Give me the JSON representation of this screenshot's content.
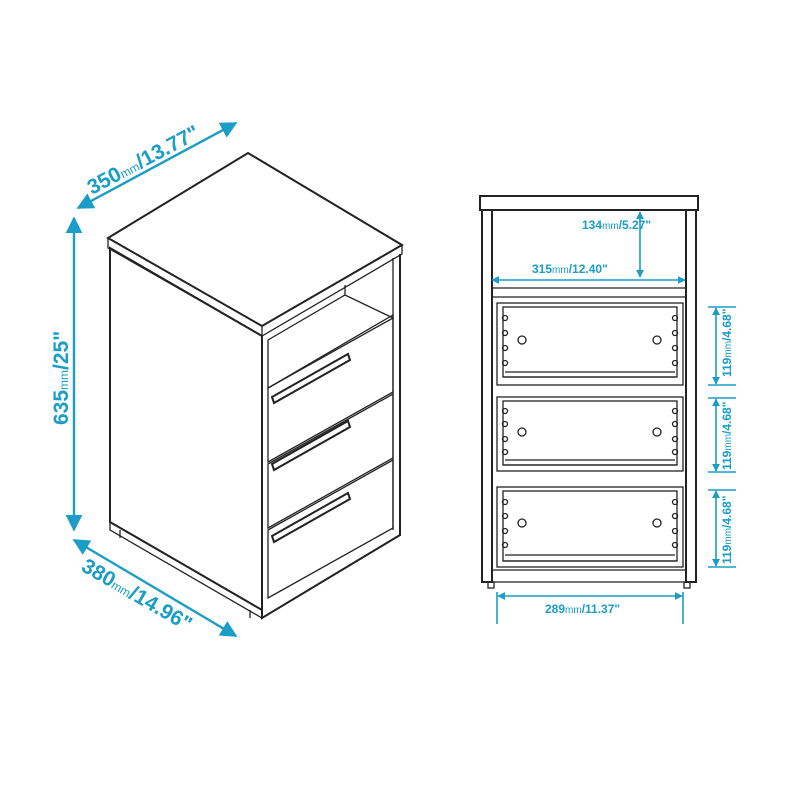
{
  "colors": {
    "dimension": "#1a9dc6",
    "outline": "#222222",
    "background": "#ffffff"
  },
  "left_view": {
    "width_dim": {
      "mm": "350",
      "unit": "mm",
      "in": "/13.77\""
    },
    "height_dim": {
      "mm": "635",
      "unit": "mm",
      "in": "/25\""
    },
    "depth_dim": {
      "mm": "380",
      "unit": "mm",
      "in": "/14.96\""
    }
  },
  "front_view": {
    "shelf_height": {
      "mm": "134",
      "unit": "mm",
      "in": "/5.27\""
    },
    "shelf_width": {
      "mm": "315",
      "unit": "mm",
      "in": "/12.40\""
    },
    "drawer_height": {
      "mm": "119",
      "unit": "mm",
      "in": "/4.68\""
    },
    "drawer_width": {
      "mm": "289",
      "unit": "mm",
      "in": "/11.37\""
    }
  }
}
